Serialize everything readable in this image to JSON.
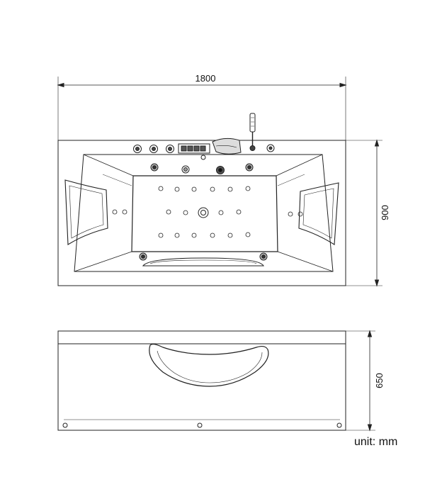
{
  "dimensions": {
    "length": "1800",
    "width": "900",
    "height": "650"
  },
  "unit_label": "unit: mm"
}
